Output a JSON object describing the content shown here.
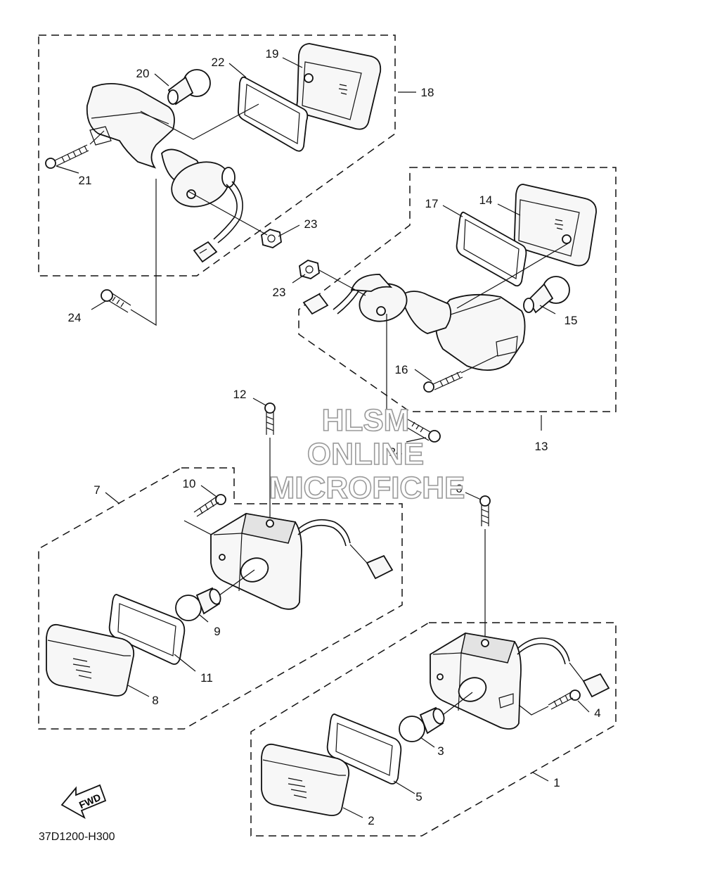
{
  "diagram": {
    "code": "37D1200-H300",
    "fwd_label": "FWD",
    "watermark": [
      "HLSM",
      "ONLINE",
      "MICROFICHE"
    ],
    "callouts": {
      "c1": "1",
      "c2": "2",
      "c3": "3",
      "c4": "4",
      "c5": "5",
      "c6": "6",
      "c7": "7",
      "c8": "8",
      "c9": "9",
      "c10": "10",
      "c11": "11",
      "c12": "12",
      "c13": "13",
      "c14": "14",
      "c15": "15",
      "c16": "16",
      "c17": "17",
      "c18": "18",
      "c19": "19",
      "c20": "20",
      "c21": "21",
      "c22": "22",
      "c23a": "23",
      "c23b": "23",
      "c24a": "24",
      "c24b": "24"
    }
  }
}
